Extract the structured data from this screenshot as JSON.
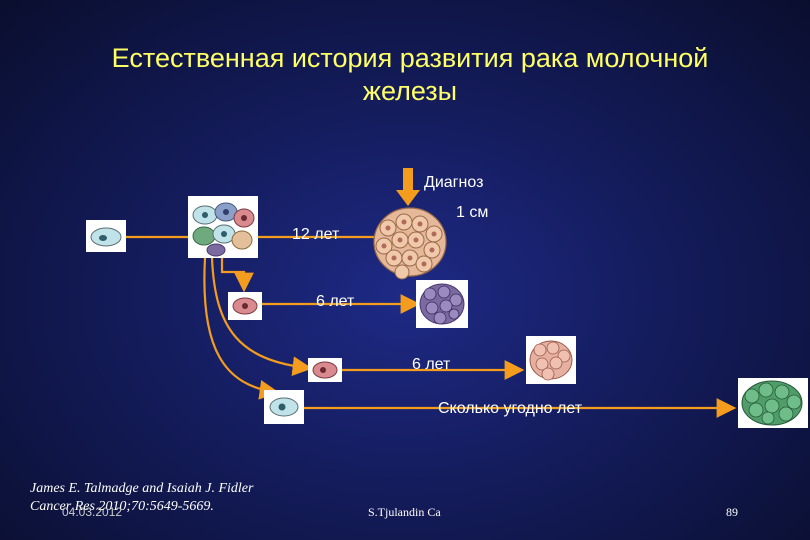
{
  "slide": {
    "title_line1": "Естественная история развития рака молочной",
    "title_line2": "железы",
    "labels": {
      "diagnosis": "Диагноз",
      "size": "1 см",
      "years_12": "12 лет",
      "years_6a": "6 лет",
      "years_6b": "6 лет",
      "any_years": "Сколько угодно лет"
    },
    "reference_line1": "James E. Talmadge and Isaiah J. Fidler",
    "reference_line2": "Cancer Res 2010;70:5649-5669.",
    "date": "04.03.2012",
    "footer": "S.Tjulandin Ca",
    "page_number": "89"
  },
  "colors": {
    "title": "#ffff66",
    "arrow": "#f39c1e",
    "background": "#141c5c",
    "cell_normal": "#bfe3e8",
    "cell_pink": "#d98a8f",
    "cell_purple": "#7a6aa0",
    "cell_green": "#4f9e6a"
  },
  "icons": [
    "diagnosis-arrow-icon",
    "cell-icon",
    "tumor-cluster-icon"
  ]
}
